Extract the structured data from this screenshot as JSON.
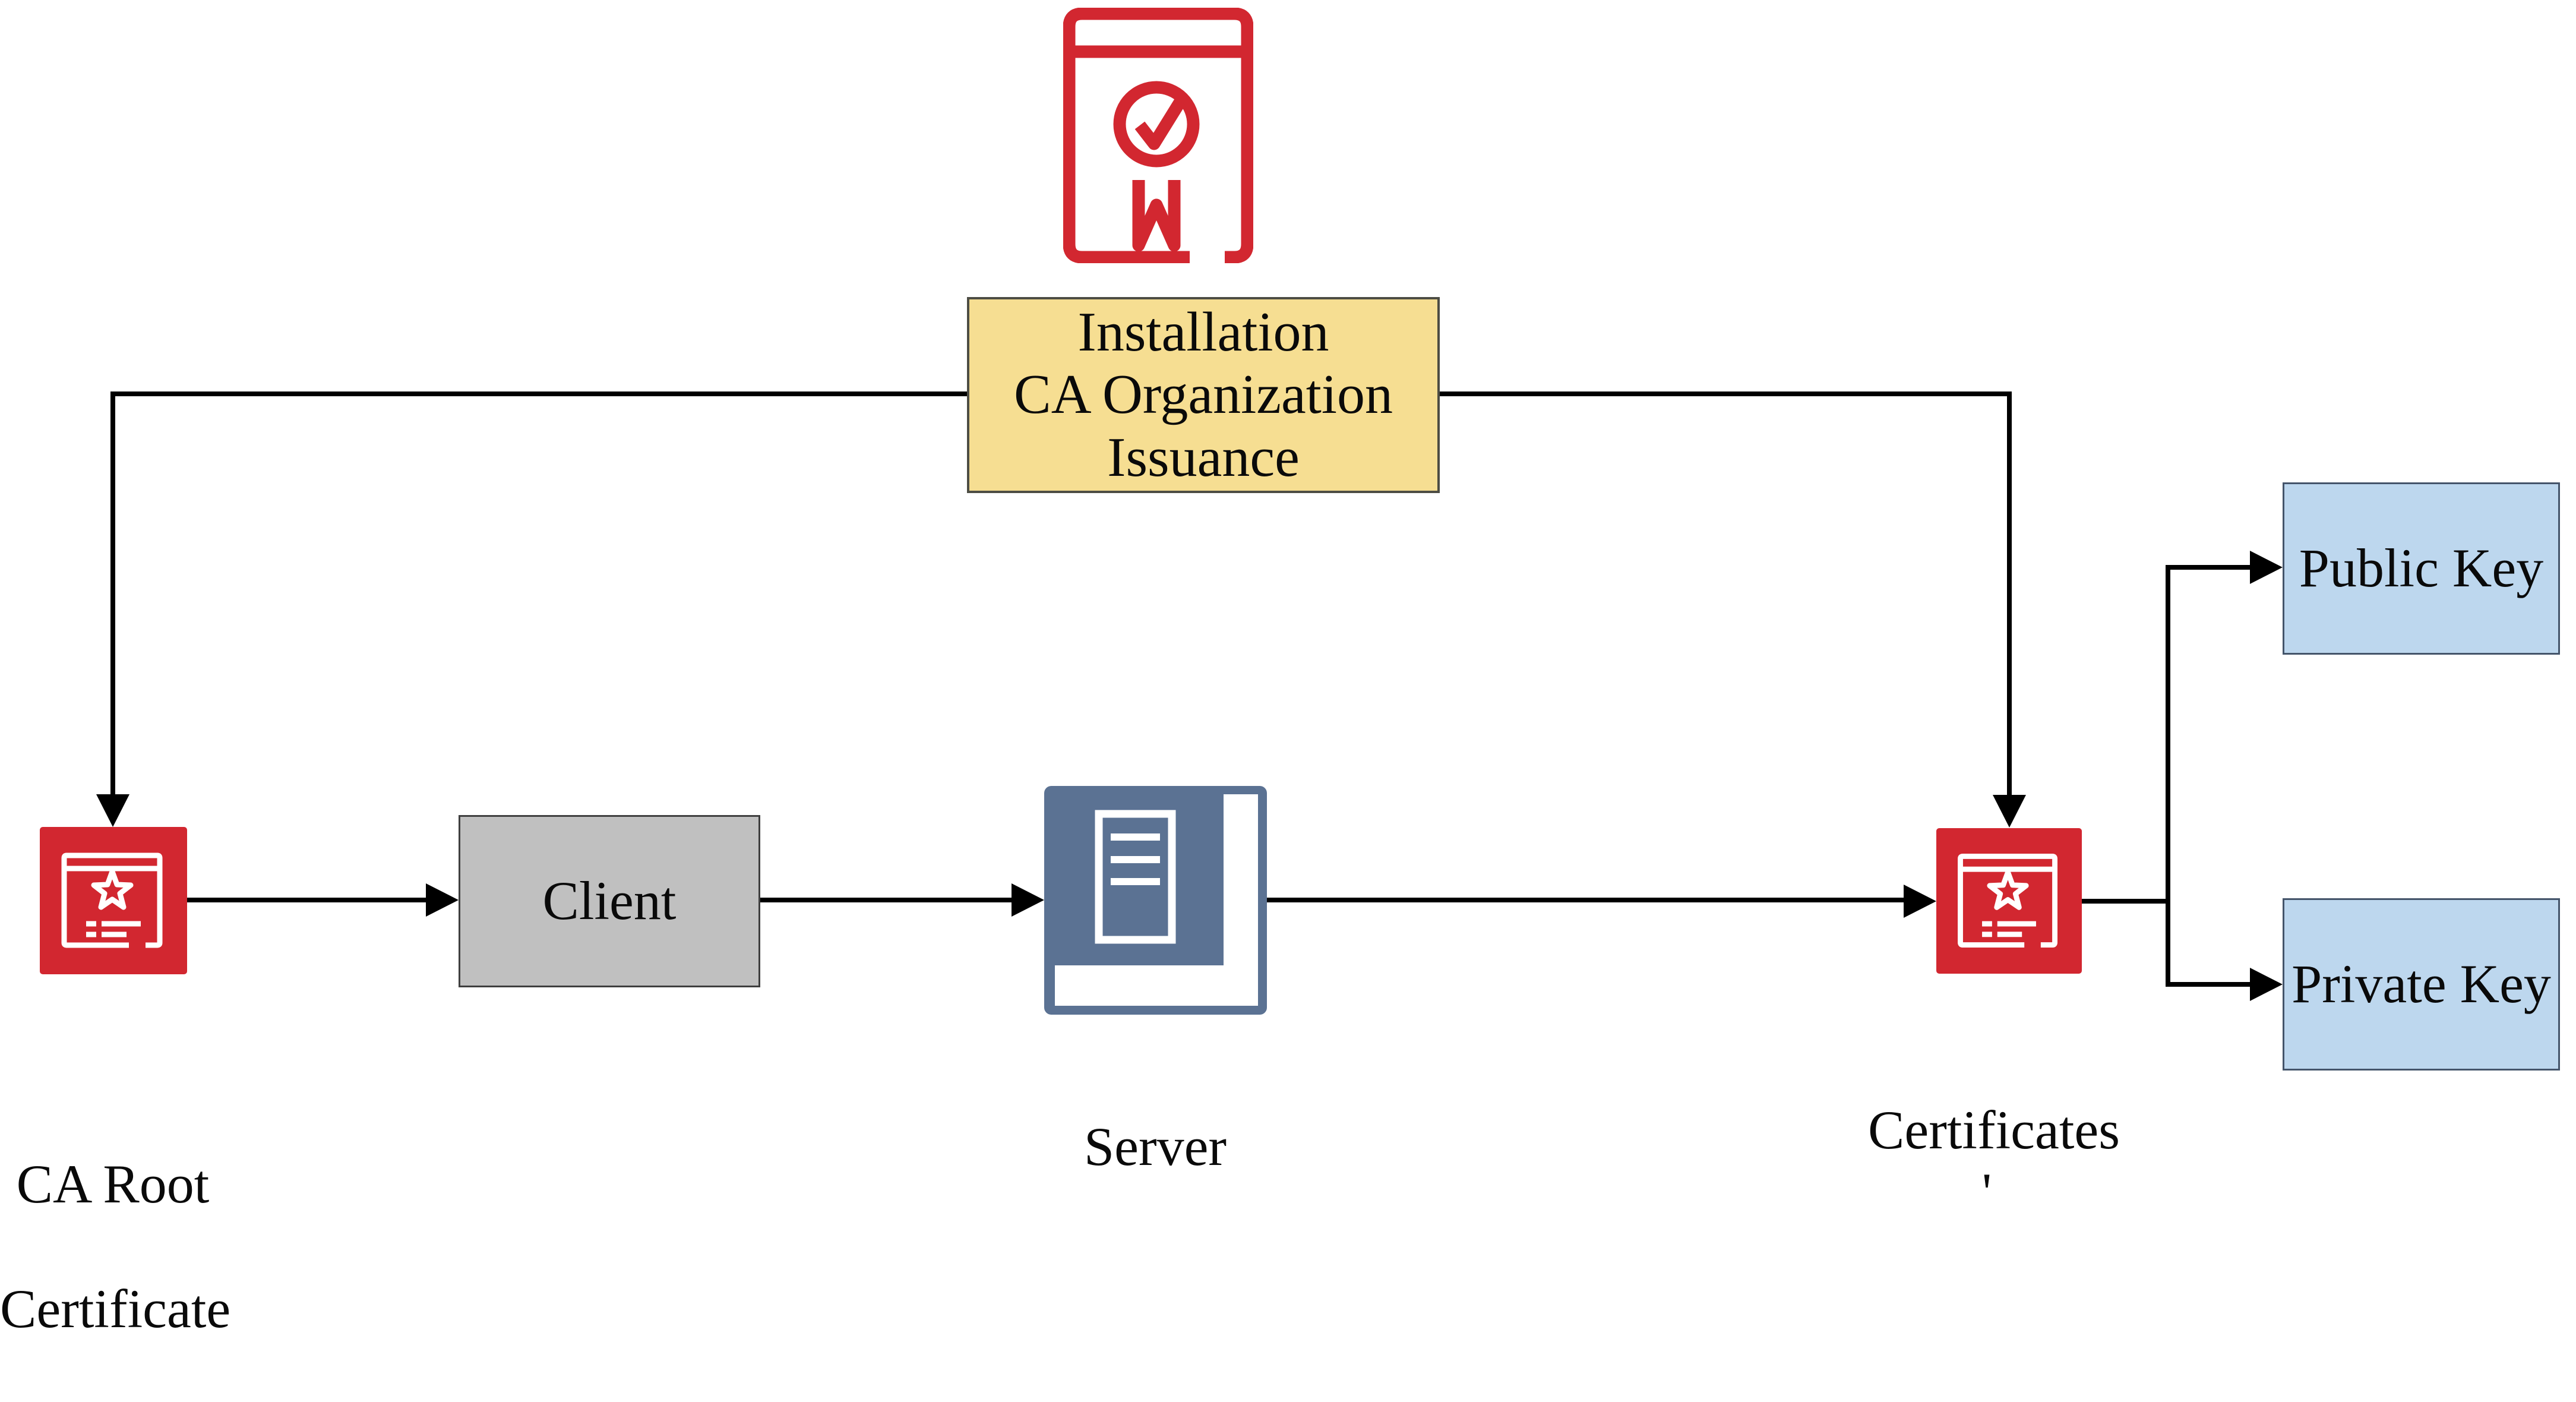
{
  "diagram_type": "flow-diagram",
  "colors": {
    "icon_red": "#D22730",
    "process_box_fill": "#F6DE92",
    "client_box_fill": "#C0C0C0",
    "key_box_fill": "#BDD7EE",
    "server_icon_fill": "#5B7293",
    "connector": "#000000",
    "text": "#0a0a0a"
  },
  "process_box": {
    "lines": [
      "Installation",
      "CA Organization",
      "Issuance"
    ]
  },
  "nodes": {
    "ca_root": {
      "icon": "certificate-icon",
      "lines": [
        "CA Root",
        "Certificate"
      ]
    },
    "client": {
      "label": "Client"
    },
    "server": {
      "icon": "server-icon",
      "label": "Server"
    },
    "certificates": {
      "icon": "certificate-icon",
      "label": "Certificates '"
    },
    "public_key": {
      "label": "Public Key"
    },
    "private_key": {
      "label": "Private Key"
    }
  },
  "top_icon": "certificate-award-icon",
  "connections": [
    "process_box -> ca_root (left elbow, arrow down)",
    "process_box -> certificates (right elbow, arrow down)",
    "ca_root -> client (arrow right)",
    "client -> server (arrow right)",
    "server -> certificates (arrow right)",
    "certificates -> public_key (branch up, arrow right)",
    "certificates -> private_key (branch down, arrow right)"
  ]
}
